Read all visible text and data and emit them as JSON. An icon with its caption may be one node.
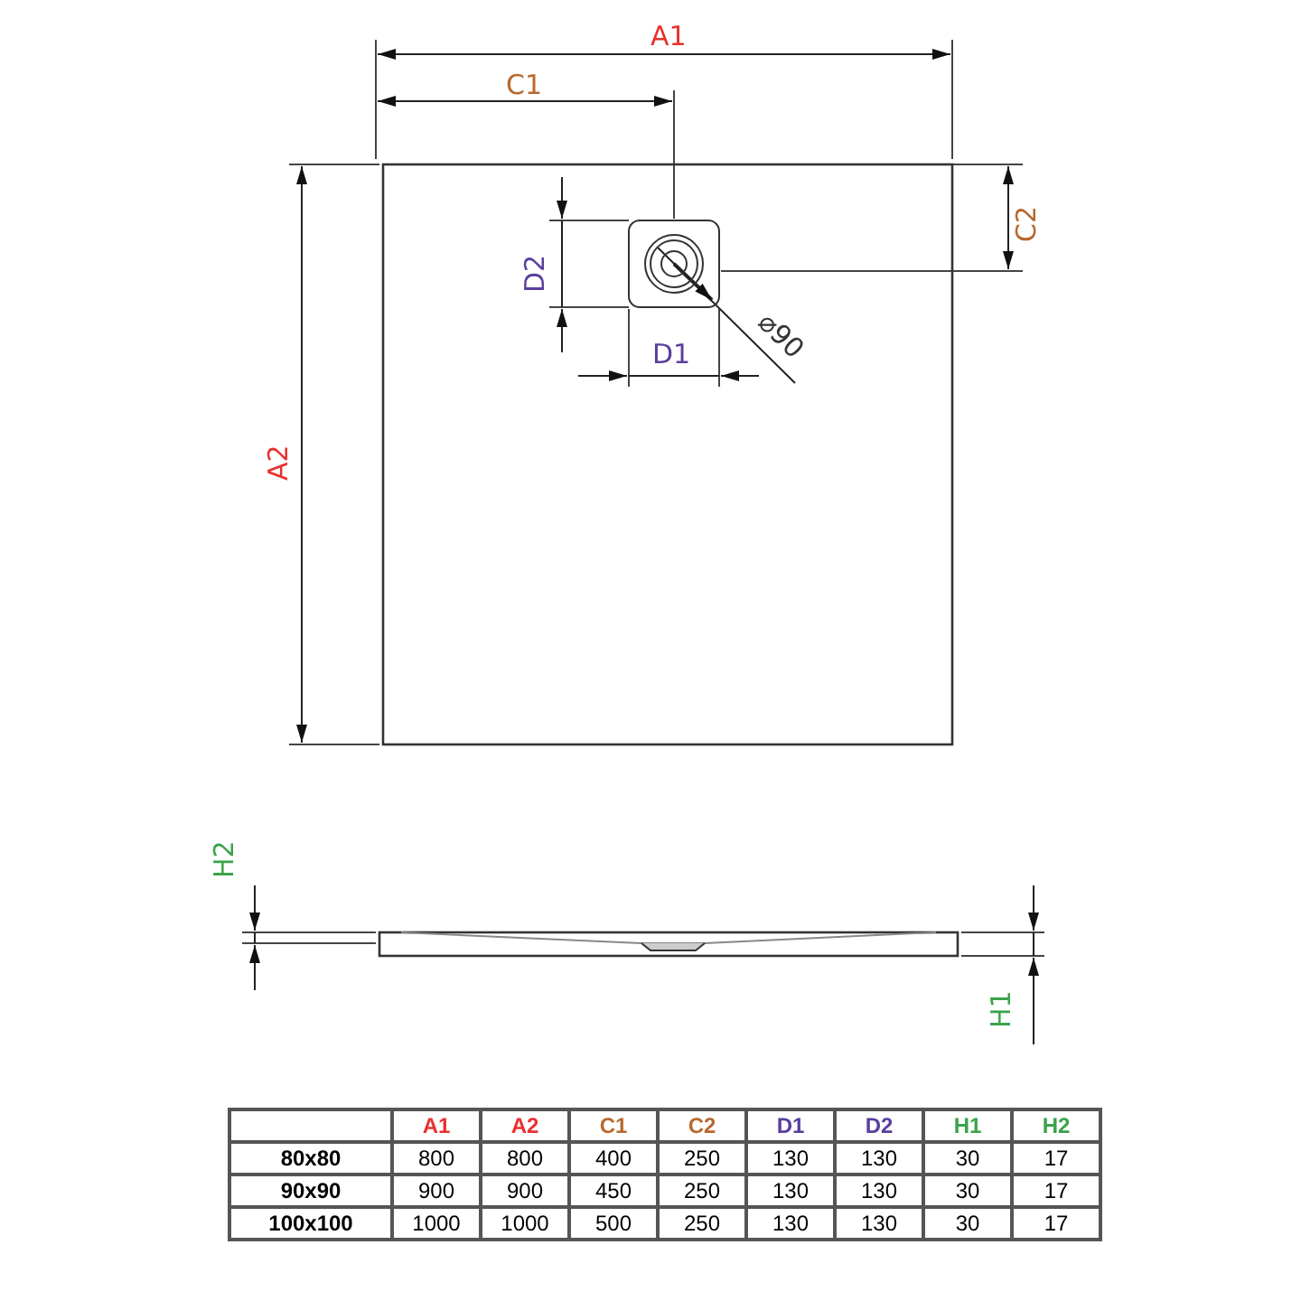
{
  "diagram": {
    "labels": [
      "A1",
      "C1",
      "C2",
      "D2",
      "⌀90",
      "D1",
      "A2",
      "H2",
      "H1",
      "A1",
      "A2",
      "C1",
      "C2",
      "D1",
      "D2",
      "H1",
      "H2",
      "80x80",
      "800",
      "800",
      "400",
      "250",
      "130",
      "130",
      "30",
      "17",
      "90x90",
      "900",
      "900",
      "450",
      "250",
      "130",
      "130",
      "30",
      "17",
      "100x100",
      "1000",
      "1000",
      "500",
      "250",
      "130",
      "130",
      "30",
      "17"
    ]
  }
}
